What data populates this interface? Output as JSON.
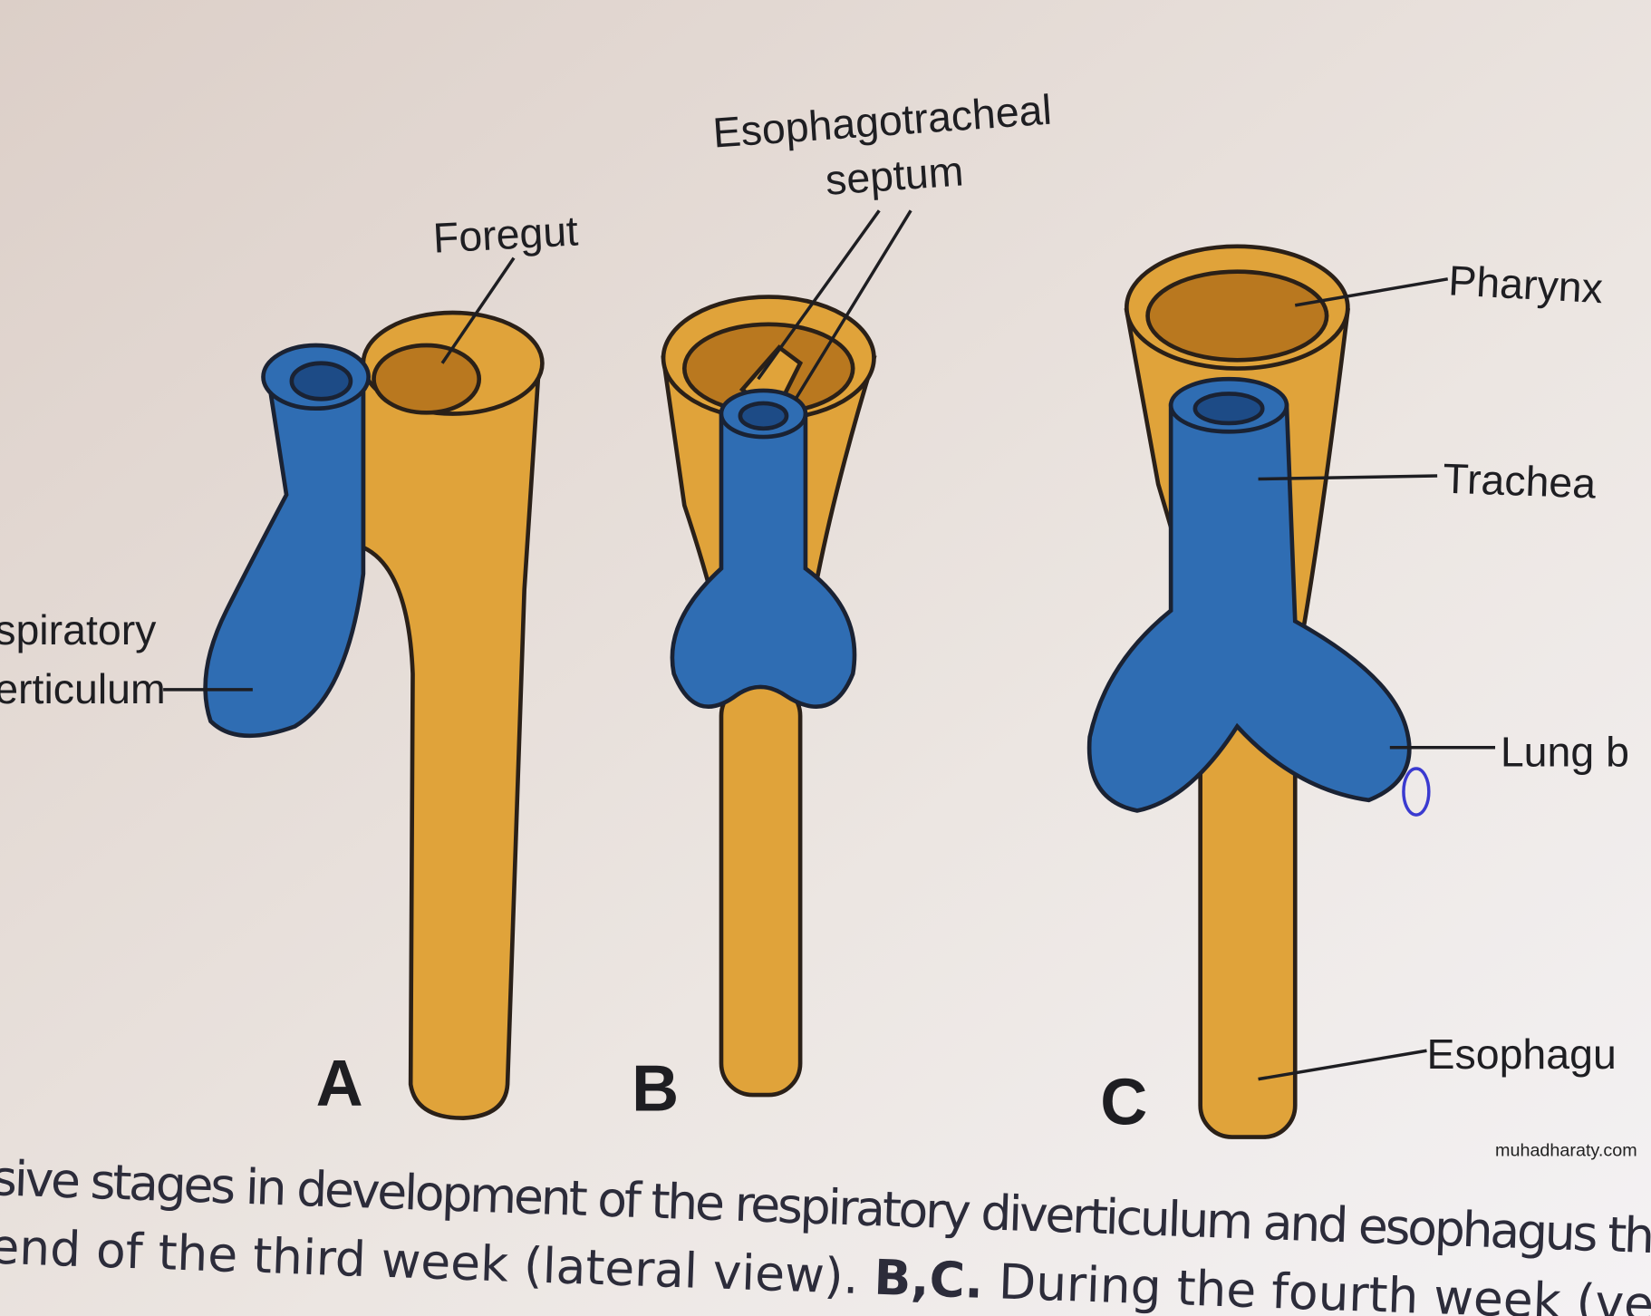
{
  "labels": {
    "foregut": "Foregut",
    "septum_line1": "Esophagotracheal",
    "septum_line2": "septum",
    "pharynx": "Pharynx",
    "trachea": "Trachea",
    "lung_bud": "Lung b",
    "esophagus": "Esophagu",
    "resp_div_line1": "spiratory",
    "resp_div_line2": "erticulum"
  },
  "panels": {
    "a": "A",
    "b": "B",
    "c": "C"
  },
  "caption": {
    "line1": "sive stages in development of the respiratory diverticulum and esophagus th",
    "line2_start": "end of the third week (lateral view). ",
    "line2_bold": "B,C.",
    "line2_end": " During the fourth week (ventral view"
  },
  "watermark": "muhadharaty.com",
  "colors": {
    "esophagus": "#e0a33a",
    "respiratory": "#2f6db3",
    "background": "#e6dcd6"
  }
}
